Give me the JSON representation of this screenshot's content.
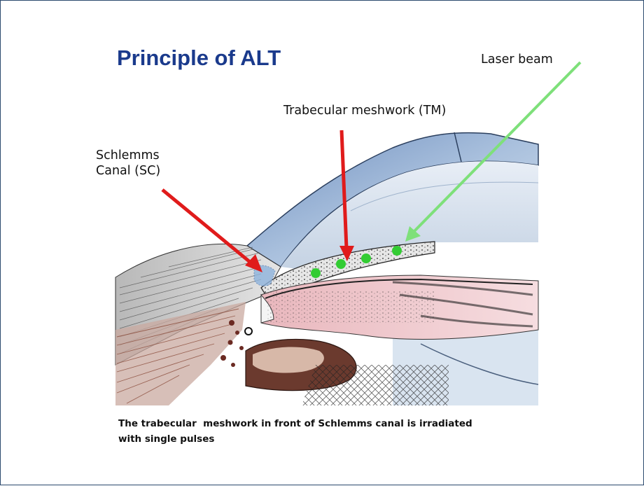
{
  "slide": {
    "title": "Principle of ALT",
    "labels": {
      "laser_beam": "Laser beam",
      "trabecular_meshwork": "Trabecular meshwork (TM)",
      "schlemms_line1": "Schlemms",
      "schlemms_line2": "Canal (SC)"
    },
    "caption_line1": "The trabecular  meshwork in front of Schlemms canal is irradiated",
    "caption_line2": "with single pulses"
  },
  "colors": {
    "title": "#1a3a8c",
    "arrow_red": "#e01b1b",
    "laser_green": "#6ee06e",
    "laser_spot": "#33cc33"
  },
  "icons": [
    "eye-anatomy-illustration",
    "red-arrow",
    "green-laser-arrow"
  ]
}
